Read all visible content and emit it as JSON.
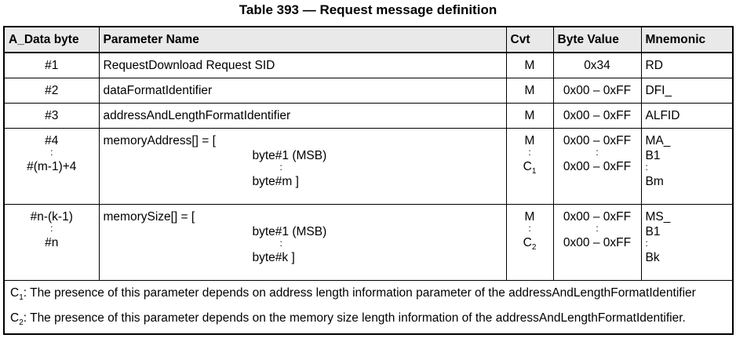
{
  "caption": "Table 393 — Request message definition",
  "headers": [
    "A_Data byte",
    "Parameter Name",
    "Cvt",
    "Byte Value",
    "Mnemonic"
  ],
  "rows": [
    {
      "byte": "#1",
      "param": "RequestDownload Request SID",
      "cvt": "M",
      "value": "0x34",
      "mnemonic": "RD"
    },
    {
      "byte": "#2",
      "param": "dataFormatIdentifier",
      "cvt": "M",
      "value": "0x00 – 0xFF",
      "mnemonic": "DFI_"
    },
    {
      "byte": "#3",
      "param": "addressAndLengthFormatIdentifier",
      "cvt": "M",
      "value": "0x00 – 0xFF",
      "mnemonic": "ALFID"
    }
  ],
  "memory_address": {
    "byte_first": "#4",
    "byte_dots": ":",
    "byte_last": "#(m-1)+4",
    "param_head": "memoryAddress[] = [",
    "param_first": "byte#1 (MSB)",
    "param_dots": ":",
    "param_last": "byte#m ]",
    "cvt_first": "M",
    "cvt_dots": ":",
    "cvt_last": "C",
    "cvt_last_sub": "1",
    "value_first": "0x00 – 0xFF",
    "value_dots": ":",
    "value_last": "0x00 – 0xFF",
    "mn_head": "MA_",
    "mn_first": "B1",
    "mn_dots": ":",
    "mn_last": "Bm"
  },
  "memory_size": {
    "byte_first": "#n-(k-1)",
    "byte_dots": ":",
    "byte_last": "#n",
    "param_head": "memorySize[] = [",
    "param_first": "byte#1 (MSB)",
    "param_dots": ":",
    "param_last": "byte#k ]",
    "cvt_first": "M",
    "cvt_dots": ":",
    "cvt_last": "C",
    "cvt_last_sub": "2",
    "value_first": "0x00 – 0xFF",
    "value_dots": ":",
    "value_last": "0x00 – 0xFF",
    "mn_head": "MS_",
    "mn_first": "B1",
    "mn_dots": ":",
    "mn_last": "Bk"
  },
  "notes": [
    {
      "label": "C",
      "sub": "1",
      "text": ": The presence of this parameter depends on address length information parameter of the addressAndLengthFormatIdentifier"
    },
    {
      "label": "C",
      "sub": "2",
      "text": ": The presence of this parameter depends on the memory size length information of the addressAndLengthFormatIdentifier."
    }
  ]
}
